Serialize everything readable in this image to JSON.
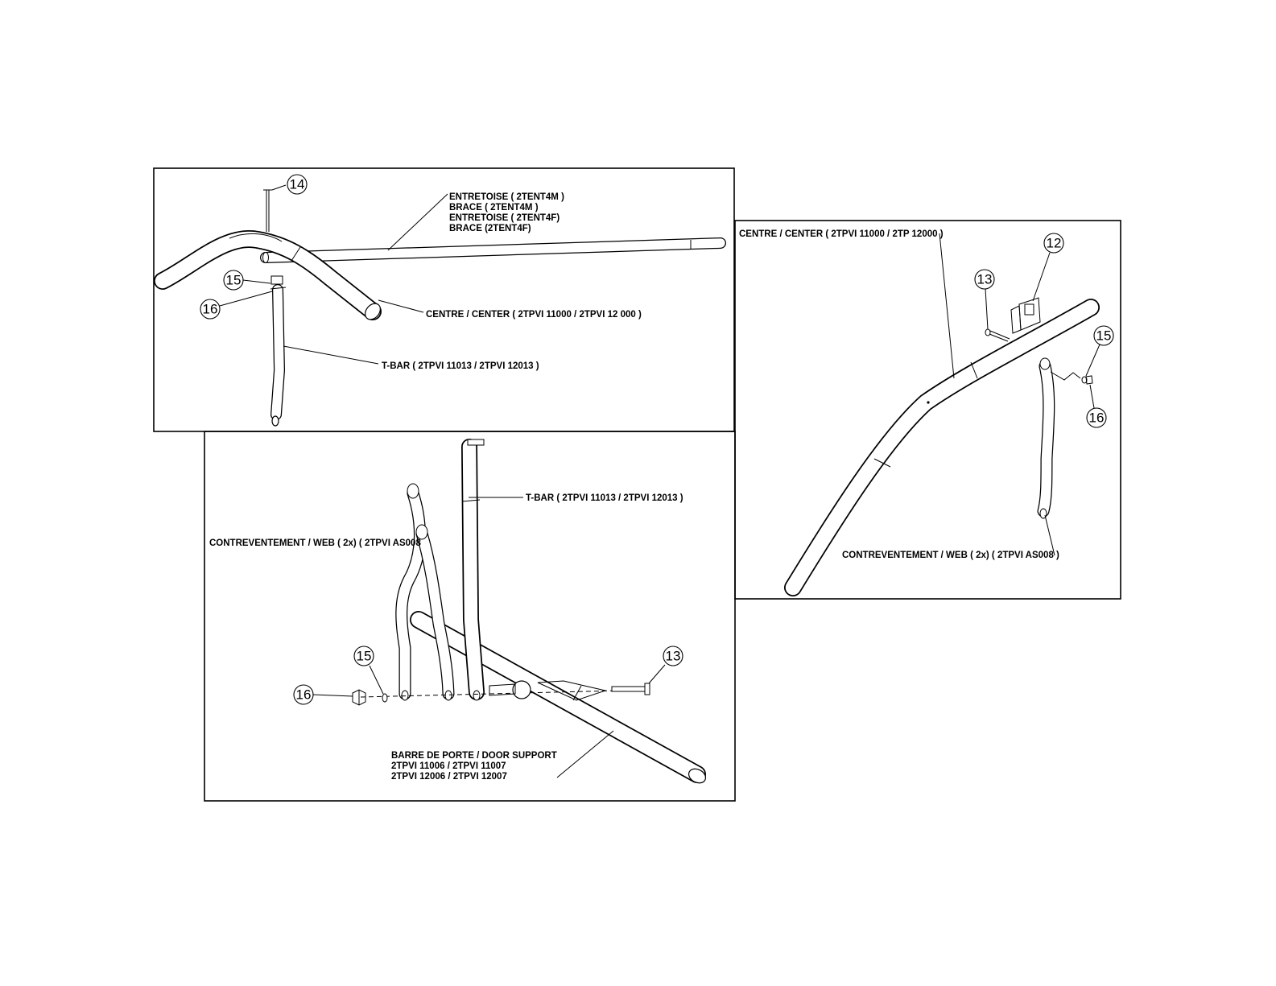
{
  "panel1": {
    "brace_lines": [
      "ENTRETOISE ( 2TENT4M )",
      "BRACE ( 2TENT4M )",
      "ENTRETOISE ( 2TENT4F)",
      "BRACE (2TENT4F)"
    ],
    "center_label": "CENTRE / CENTER  ( 2TPVI 11000 / 2TPVI 12 000 )",
    "tbar_label": "T-BAR  ( 2TPVI 11013 / 2TPVI 12013 )",
    "callouts": [
      "14",
      "15",
      "16"
    ]
  },
  "panel2": {
    "tbar_label": "T-BAR  ( 2TPVI 11013 / 2TPVI 12013 )",
    "web_label": "CONTREVENTEMENT / WEB ( 2x) ( 2TPVI AS008",
    "door_lines": [
      "BARRE DE PORTE / DOOR SUPPORT",
      "2TPVI 11006 / 2TPVI 11007",
      "2TPVI 12006 / 2TPVI 12007"
    ],
    "callouts": [
      "15",
      "16",
      "13"
    ]
  },
  "panel3": {
    "center_label": "CENTRE / CENTER ( 2TPVI 11000 / 2TP 12000 )",
    "web_label": "CONTREVENTEMENT / WEB ( 2x) ( 2TPVI AS008 )",
    "callouts": [
      "12",
      "13",
      "15",
      "16"
    ]
  }
}
